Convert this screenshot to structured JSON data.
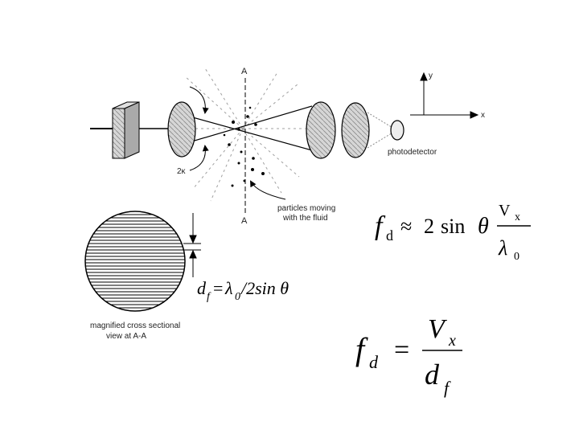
{
  "labels": {
    "axis_a_top": "A",
    "axis_a_bottom": "A",
    "axis_y": "y",
    "axis_x": "x",
    "photodetector": "photodetector",
    "angle": "2κ",
    "particles_line1": "particles moving",
    "particles_line2": "with the fluid",
    "cross_section_line1": "magnified cross sectional",
    "cross_section_line2": "view at A-A"
  },
  "eq_fringe": {
    "d": "d",
    "f_sub": "f",
    "equals": "=",
    "lambda": "λ",
    "zero_sub": "0",
    "rest": "/2sin θ"
  },
  "eq_doppler1": {
    "f": "f",
    "sub": "d",
    "approx": "≈",
    "two": "2",
    "sin": "sin",
    "theta": "θ",
    "num_v": "V",
    "num_sub": "x",
    "den_lambda": "λ",
    "den_sub": "0"
  },
  "eq_doppler2": {
    "f": "f",
    "sub": "d",
    "equals": "=",
    "num_v": "V",
    "num_sub": "x",
    "den_d": "d",
    "den_sub": "f"
  },
  "colors": {
    "ink": "#000000",
    "lens_fill": "#cfcfcf",
    "laser_fill": "#bdbdbd",
    "ray_dash": "#9a9a9a"
  }
}
